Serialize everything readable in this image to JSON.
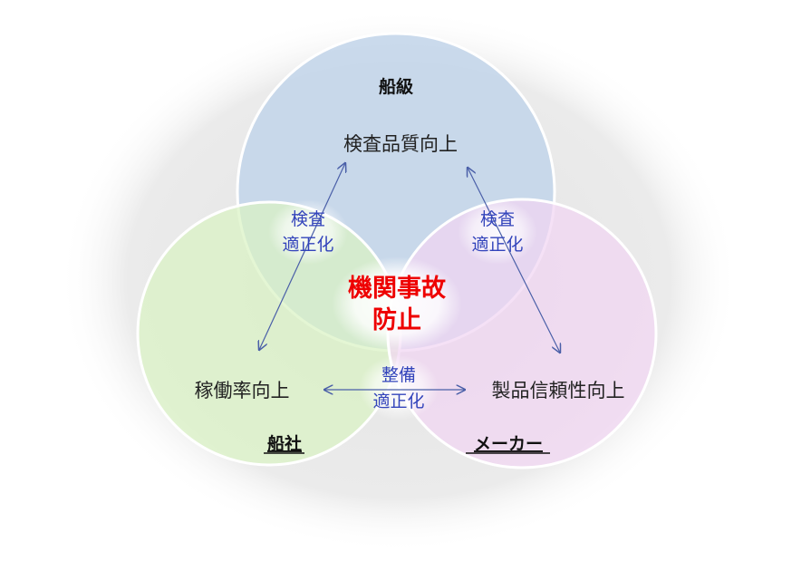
{
  "organizations": {
    "classification_society": "船級",
    "shipowner": "船社",
    "manufacturer": "メーカー"
  },
  "goals": {
    "inspection_quality": "検査品質向上",
    "operation_rate": "稼働率向上",
    "product_reliability": "製品信頼性向上"
  },
  "links": {
    "left": [
      "検査",
      "適正化"
    ],
    "right": [
      "検査",
      "適正化"
    ],
    "bottom": [
      "整備",
      "適正化"
    ]
  },
  "center": [
    "機関事故",
    "防止"
  ],
  "colors": {
    "classification_society_fill": "#c4d6ea",
    "shipowner_fill": "#d9f2c4",
    "manufacturer_fill": "#f1d6f2",
    "circle_outline": "#ffffff",
    "arrow": "#4a5fa8",
    "link_text": "#3344bb",
    "center_text": "#ee0000",
    "halo": "#e6e6e6"
  }
}
